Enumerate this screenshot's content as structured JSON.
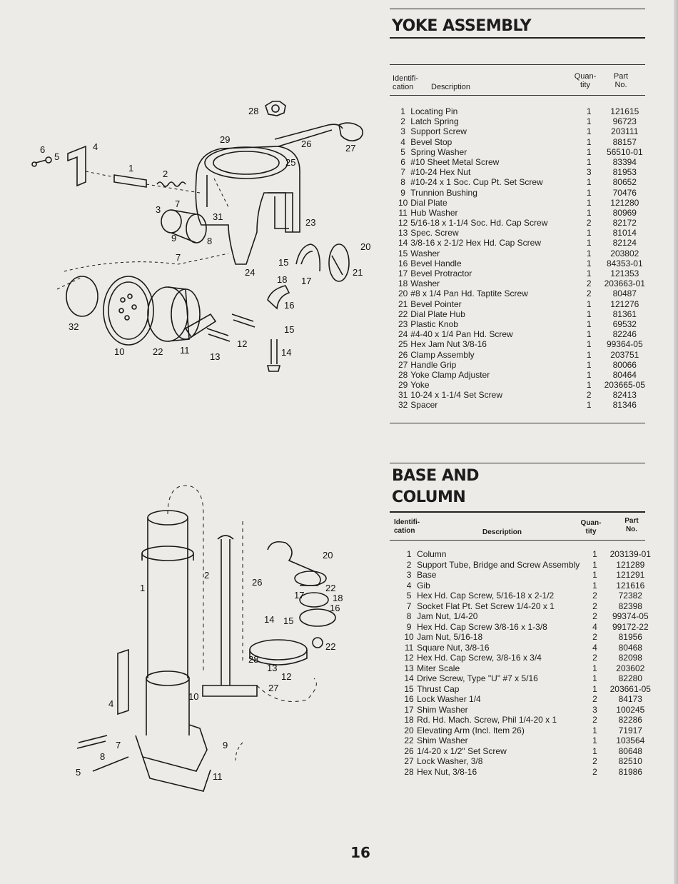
{
  "yoke": {
    "title": "YOKE ASSEMBLY",
    "headers": {
      "id1": "Identifi-",
      "id2": "cation",
      "desc": "Description",
      "qty1": "Quan-",
      "qty2": "tity",
      "part1": "Part",
      "part2": "No."
    },
    "rows": [
      [
        "1",
        "Locating Pin",
        "1",
        "121615"
      ],
      [
        "2",
        "Latch Spring",
        "1",
        "96723"
      ],
      [
        "3",
        "Support Screw",
        "1",
        "203111"
      ],
      [
        "4",
        "Bevel Stop",
        "1",
        "88157"
      ],
      [
        "5",
        "Spring Washer",
        "1",
        "56510-01"
      ],
      [
        "6",
        "#10 Sheet Metal Screw",
        "1",
        "83394"
      ],
      [
        "7",
        "#10-24 Hex Nut",
        "3",
        "81953"
      ],
      [
        "8",
        "#10-24 x 1 Soc. Cup Pt. Set Screw",
        "1",
        "80652"
      ],
      [
        "9",
        "Trunnion Bushing",
        "1",
        "70476"
      ],
      [
        "10",
        "Dial Plate",
        "1",
        "121280"
      ],
      [
        "11",
        "Hub Washer",
        "1",
        "80969"
      ],
      [
        "12",
        "5/16-18 x 1-1/4 Soc. Hd. Cap Screw",
        "2",
        "82172"
      ],
      [
        "13",
        "Spec. Screw",
        "1",
        "81014"
      ],
      [
        "14",
        "3/8-16 x 2-1/2 Hex Hd. Cap Screw",
        "1",
        "82124"
      ],
      [
        "15",
        "Washer",
        "1",
        "203802"
      ],
      [
        "16",
        "Bevel Handle",
        "1",
        "84353-01"
      ],
      [
        "17",
        "Bevel Protractor",
        "1",
        "121353"
      ],
      [
        "18",
        "Washer",
        "2",
        "203663-01"
      ],
      [
        "20",
        "#8 x 1/4 Pan Hd. Taptite Screw",
        "2",
        "80487"
      ],
      [
        "21",
        "Bevel Pointer",
        "1",
        "121276"
      ],
      [
        "22",
        "Dial Plate Hub",
        "1",
        "81361"
      ],
      [
        "23",
        "Plastic Knob",
        "1",
        "69532"
      ],
      [
        "24",
        "#4-40 x 1/4 Pan Hd. Screw",
        "1",
        "82246"
      ],
      [
        "25",
        "Hex Jam Nut 3/8-16",
        "1",
        "99364-05"
      ],
      [
        "26",
        "Clamp Assembly",
        "1",
        "203751"
      ],
      [
        "27",
        "Handle Grip",
        "1",
        "80066"
      ],
      [
        "28",
        "Yoke Clamp Adjuster",
        "1",
        "80464"
      ],
      [
        "29",
        "Yoke",
        "1",
        "203665-05"
      ],
      [
        "31",
        "10-24 x 1-1/4 Set Screw",
        "2",
        "82413"
      ],
      [
        "32",
        "Spacer",
        "1",
        "81346"
      ]
    ]
  },
  "base": {
    "title1": "BASE AND",
    "title2": "COLUMN",
    "headers": {
      "id1": "Identifi-",
      "id2": "cation",
      "desc": "Description",
      "qty1": "Quan-",
      "qty2": "tity",
      "part1": "Part",
      "part2": "No."
    },
    "rows": [
      [
        "1",
        "Column",
        "1",
        "203139-01"
      ],
      [
        "2",
        "Support Tube, Bridge and Screw Assembly",
        "1",
        "121289"
      ],
      [
        "3",
        "Base",
        "1",
        "121291"
      ],
      [
        "4",
        "Gib",
        "1",
        "121616"
      ],
      [
        "5",
        "Hex Hd. Cap Screw, 5/16-18 x 2-1/2",
        "2",
        "72382"
      ],
      [
        "7",
        "Socket Flat Pt. Set Screw 1/4-20 x 1",
        "2",
        "82398"
      ],
      [
        "8",
        "Jam Nut, 1/4-20",
        "2",
        "99374-05"
      ],
      [
        "9",
        "Hex Hd. Cap Screw 3/8-16 x 1-3/8",
        "4",
        "99172-22"
      ],
      [
        "10",
        "Jam Nut, 5/16-18",
        "2",
        "81956"
      ],
      [
        "11",
        "Square Nut, 3/8-16",
        "4",
        "80468"
      ],
      [
        "12",
        "Hex Hd. Cap Screw, 3/8-16 x 3/4",
        "2",
        "82098"
      ],
      [
        "13",
        "Miter Scale",
        "1",
        "203602"
      ],
      [
        "14",
        "Drive Screw, Type \"U\" #7 x 5/16",
        "1",
        "82280"
      ],
      [
        "15",
        "Thrust Cap",
        "1",
        "203661-05"
      ],
      [
        "16",
        "Lock Washer 1/4",
        "2",
        "84173"
      ],
      [
        "17",
        "Shim Washer",
        "3",
        "100245"
      ],
      [
        "18",
        "Rd. Hd. Mach. Screw, Phil 1/4-20 x 1",
        "2",
        "82286"
      ],
      [
        "20",
        "Elevating Arm (Incl. Item 26)",
        "1",
        "71917"
      ],
      [
        "22",
        "Shim Washer",
        "1",
        "103564"
      ],
      [
        "26",
        "1/4-20 x 1/2\" Set Screw",
        "1",
        "80648"
      ],
      [
        "27",
        "Lock Washer, 3/8",
        "2",
        "82510"
      ],
      [
        "28",
        "Hex Nut, 3/8-16",
        "2",
        "81986"
      ]
    ]
  },
  "diagram_yoke": {
    "callouts": [
      "28",
      "29",
      "26",
      "27",
      "6",
      "5",
      "4",
      "1",
      "2",
      "25",
      "3",
      "7",
      "31",
      "23",
      "9",
      "8",
      "20",
      "7",
      "15",
      "24",
      "18",
      "17",
      "21",
      "16",
      "32",
      "15",
      "10",
      "22",
      "11",
      "13",
      "12",
      "14"
    ]
  },
  "diagram_base": {
    "callouts": [
      "20",
      "1",
      "2",
      "26",
      "17",
      "22",
      "18",
      "16",
      "14",
      "15",
      "22",
      "28",
      "13",
      "12",
      "27",
      "4",
      "10",
      "7",
      "8",
      "9",
      "5",
      "11"
    ]
  },
  "page_number": "16"
}
